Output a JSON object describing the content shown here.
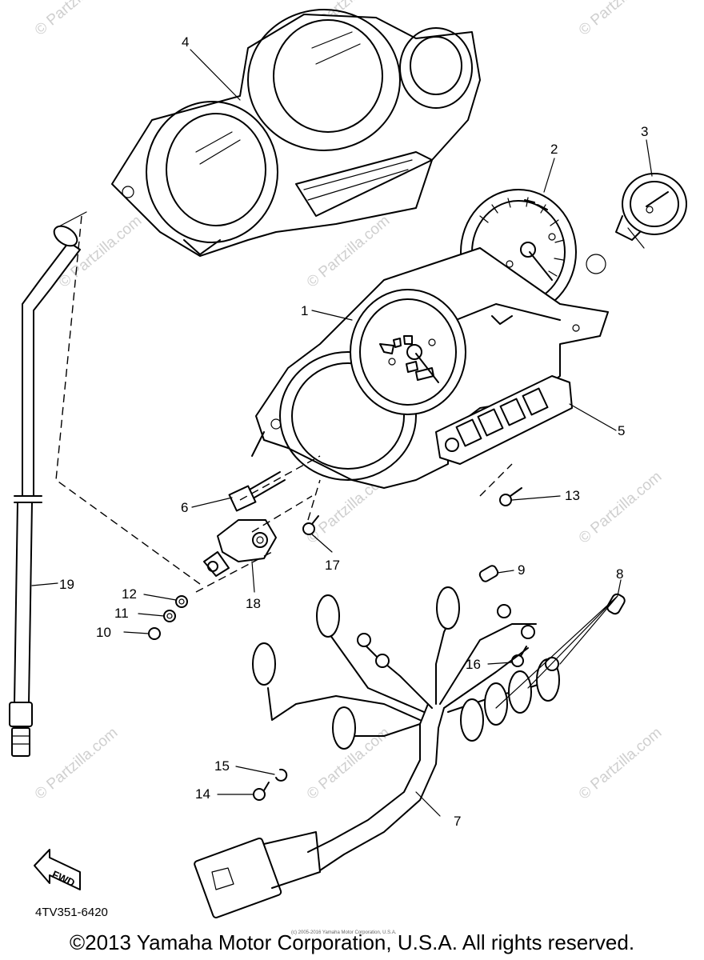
{
  "watermark": "© Partzilla.com",
  "callouts": {
    "c1": "1",
    "c2": "2",
    "c3": "3",
    "c4": "4",
    "c5": "5",
    "c6": "6",
    "c7": "7",
    "c8": "8",
    "c9": "9",
    "c10": "10",
    "c11": "11",
    "c12": "12",
    "c13": "13",
    "c14": "14",
    "c15": "15",
    "c16": "16",
    "c17": "17",
    "c18": "18",
    "c19": "19"
  },
  "direction_arrow": "FWD",
  "diagram_code": "4TV351-6420",
  "small_notice": "(c) 2005-2016 Yamaha Motor Corporation, U.S.A.",
  "copyright": "©2013 Yamaha Motor Corporation, U.S.A. All rights reserved."
}
